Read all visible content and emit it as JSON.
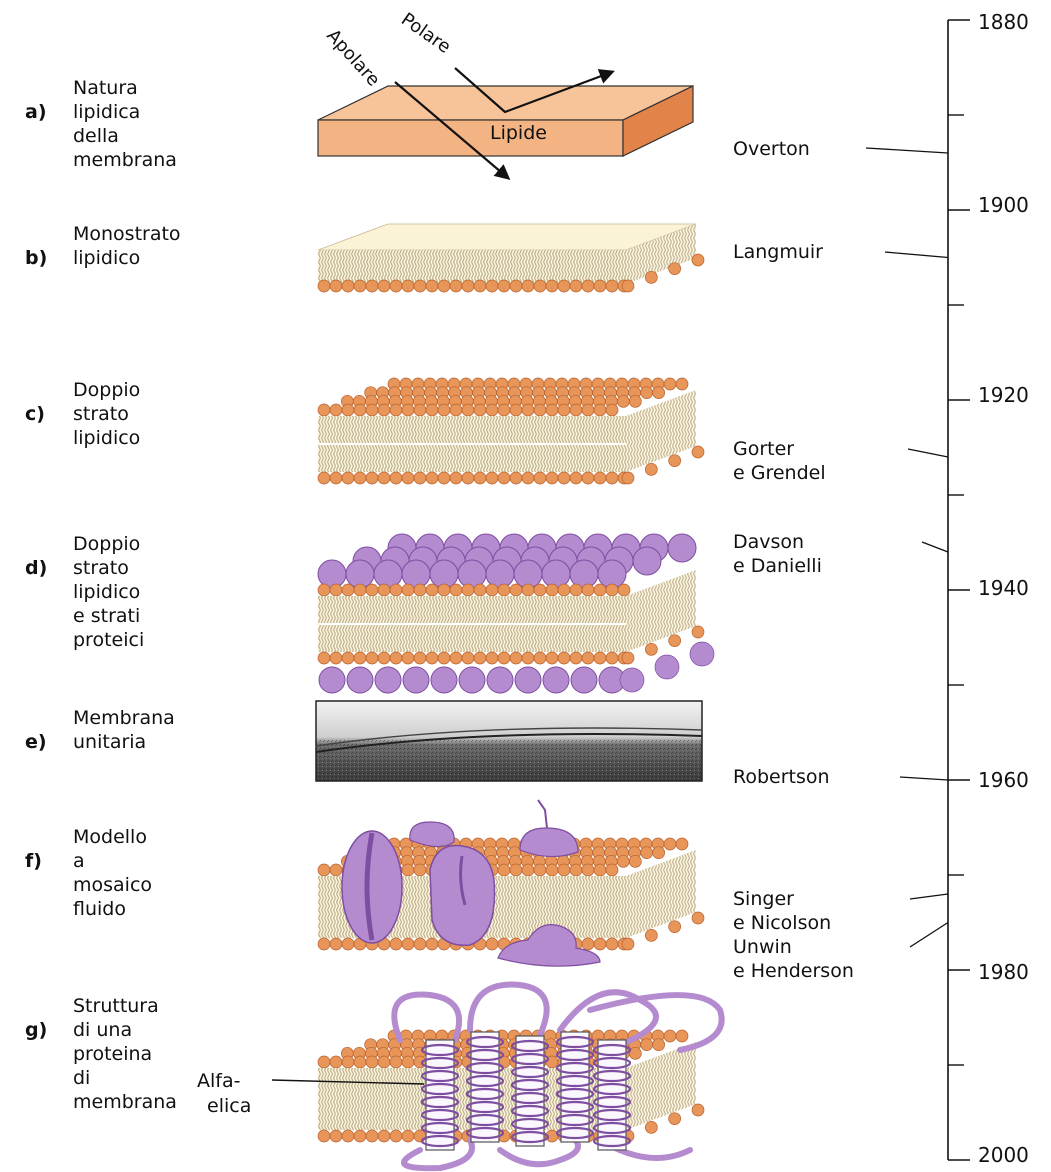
{
  "stages": [
    {
      "key": "a)",
      "text": "Natura lipidica\ndella membrana"
    },
    {
      "key": "b)",
      "text": "Monostrato\nlipidico"
    },
    {
      "key": "c)",
      "text": "Doppio\nstrato\nlipidico"
    },
    {
      "key": "d)",
      "text": "Doppio strato\nlipidico e strati\nproteici"
    },
    {
      "key": "e)",
      "text": "Membrana\nunitaria"
    },
    {
      "key": "f)",
      "text": "Modello\na mosaico\nfluido"
    },
    {
      "key": "g)",
      "text": "Struttura\ndi una proteina\ndi membrana"
    }
  ],
  "scientists": [
    {
      "name": "Overton"
    },
    {
      "name": "Langmuir"
    },
    {
      "name": "Gorter\ne Grendel"
    },
    {
      "name": "Davson\ne Danielli"
    },
    {
      "name": "Robertson"
    },
    {
      "name": "Singer\ne Nicolson"
    },
    {
      "name": "Unwin\ne Henderson"
    }
  ],
  "timeline": {
    "years": [
      "1880",
      "1900",
      "1920",
      "1940",
      "1960",
      "1980",
      "2000"
    ],
    "scientist_years": [
      1894,
      1905,
      1926,
      1936,
      1960,
      1972,
      1975
    ]
  },
  "diagram": {
    "lipid_label": "Lipide",
    "polar_label": "Polare",
    "apolar_label": "Apolare",
    "alpha_label": "Alfa-\nelica"
  },
  "colors": {
    "lipid_head": "#e8955a",
    "lipid_head_dark": "#b8602a",
    "tail_bg": "#fbf3d6",
    "tail_line": "#a89a80",
    "protein": "#b58bd0",
    "protein_dark": "#7e4ea0",
    "block_top": "#f7c49a",
    "block_front": "#f4b383",
    "block_side": "#e2834a"
  }
}
